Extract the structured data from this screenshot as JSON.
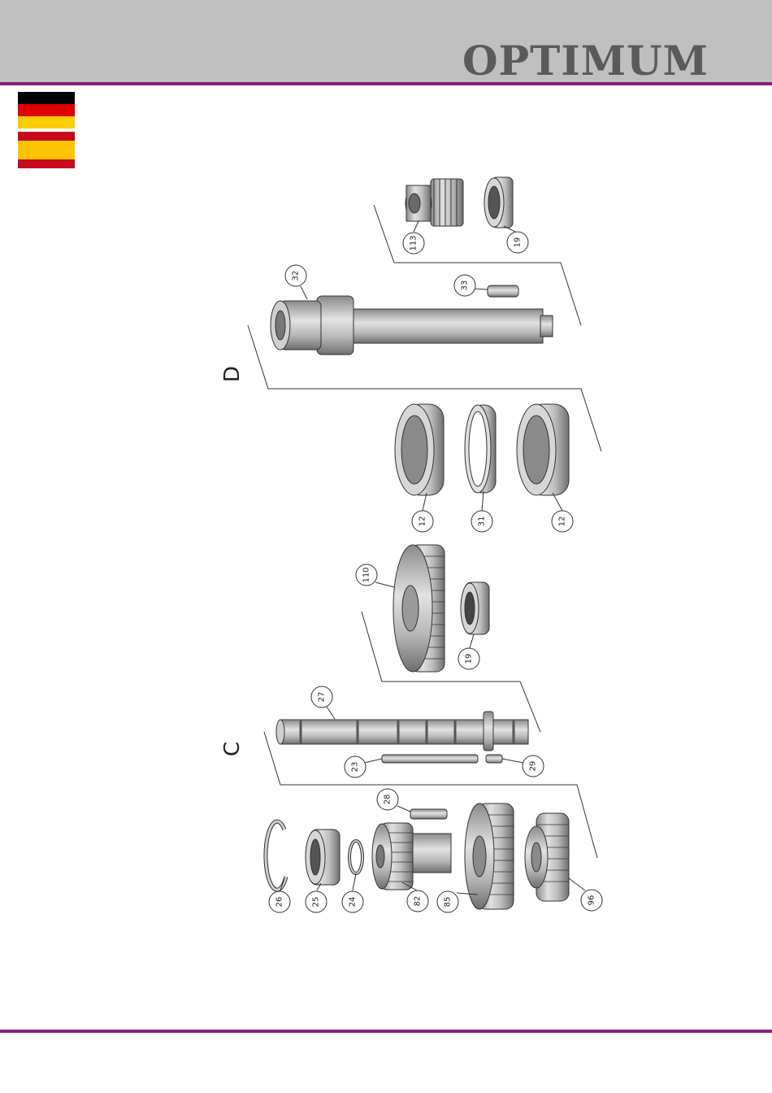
{
  "header": {
    "brand": "OPTIMUM",
    "color": "#bfbfbf",
    "accent": "#8a1f7a"
  },
  "flags": [
    {
      "name": "germany-flag",
      "colors": [
        "#000000",
        "#dd0000",
        "#ffce00"
      ]
    },
    {
      "name": "spain-flag",
      "colors": [
        "#c60b1e",
        "#ffc400",
        "#c60b1e"
      ]
    }
  ],
  "groups": {
    "d": "D",
    "c": "C"
  },
  "callouts": {
    "p113": "113",
    "p19a": "19",
    "p32": "32",
    "p33": "33",
    "p12a": "12",
    "p31": "31",
    "p12b": "12",
    "p110": "110",
    "p19b": "19",
    "p27": "27",
    "p23": "23",
    "p29": "29",
    "p28": "28",
    "p26": "26",
    "p25": "25",
    "p24": "24",
    "p82": "82",
    "p85": "85",
    "p96": "96"
  }
}
